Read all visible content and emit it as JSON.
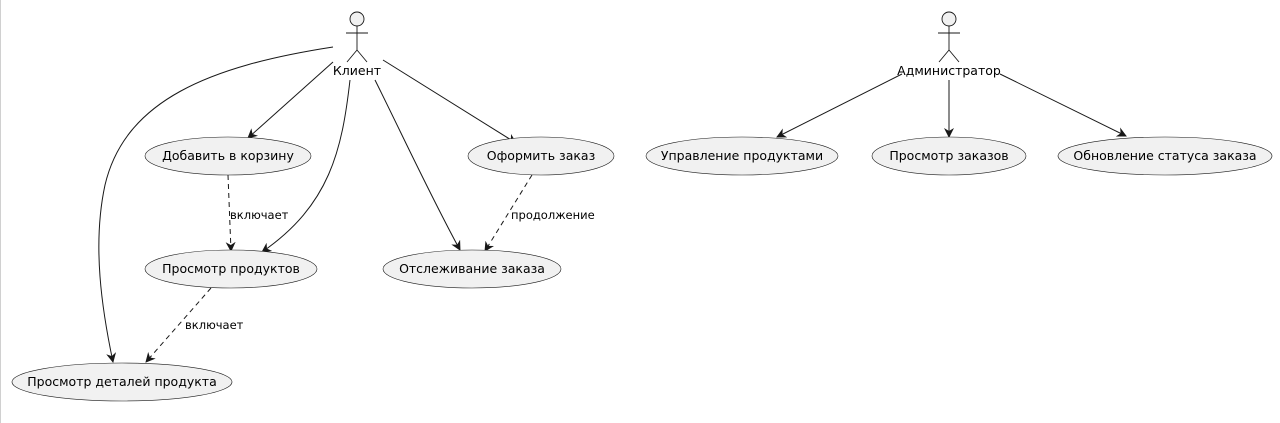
{
  "actors": {
    "client": {
      "label": "Клиент"
    },
    "admin": {
      "label": "Администратор"
    }
  },
  "use_cases": {
    "add_to_cart": {
      "label": "Добавить в корзину"
    },
    "place_order": {
      "label": "Оформить заказ"
    },
    "view_products": {
      "label": "Просмотр продуктов"
    },
    "track_order": {
      "label": "Отслеживание заказа"
    },
    "product_details": {
      "label": "Просмотр деталей продукта"
    },
    "manage_products": {
      "label": "Управление продуктами"
    },
    "view_orders": {
      "label": "Просмотр заказов"
    },
    "update_order_status": {
      "label": "Обновление статуса заказа"
    }
  },
  "relations": {
    "cart_includes_view": {
      "label": "включает"
    },
    "order_extends_track": {
      "label": "продолжение"
    },
    "view_includes_details": {
      "label": "включает"
    }
  },
  "colors": {
    "use_case_fill": "#f1f1f1",
    "stroke": "#181818",
    "background": "#ffffff"
  }
}
